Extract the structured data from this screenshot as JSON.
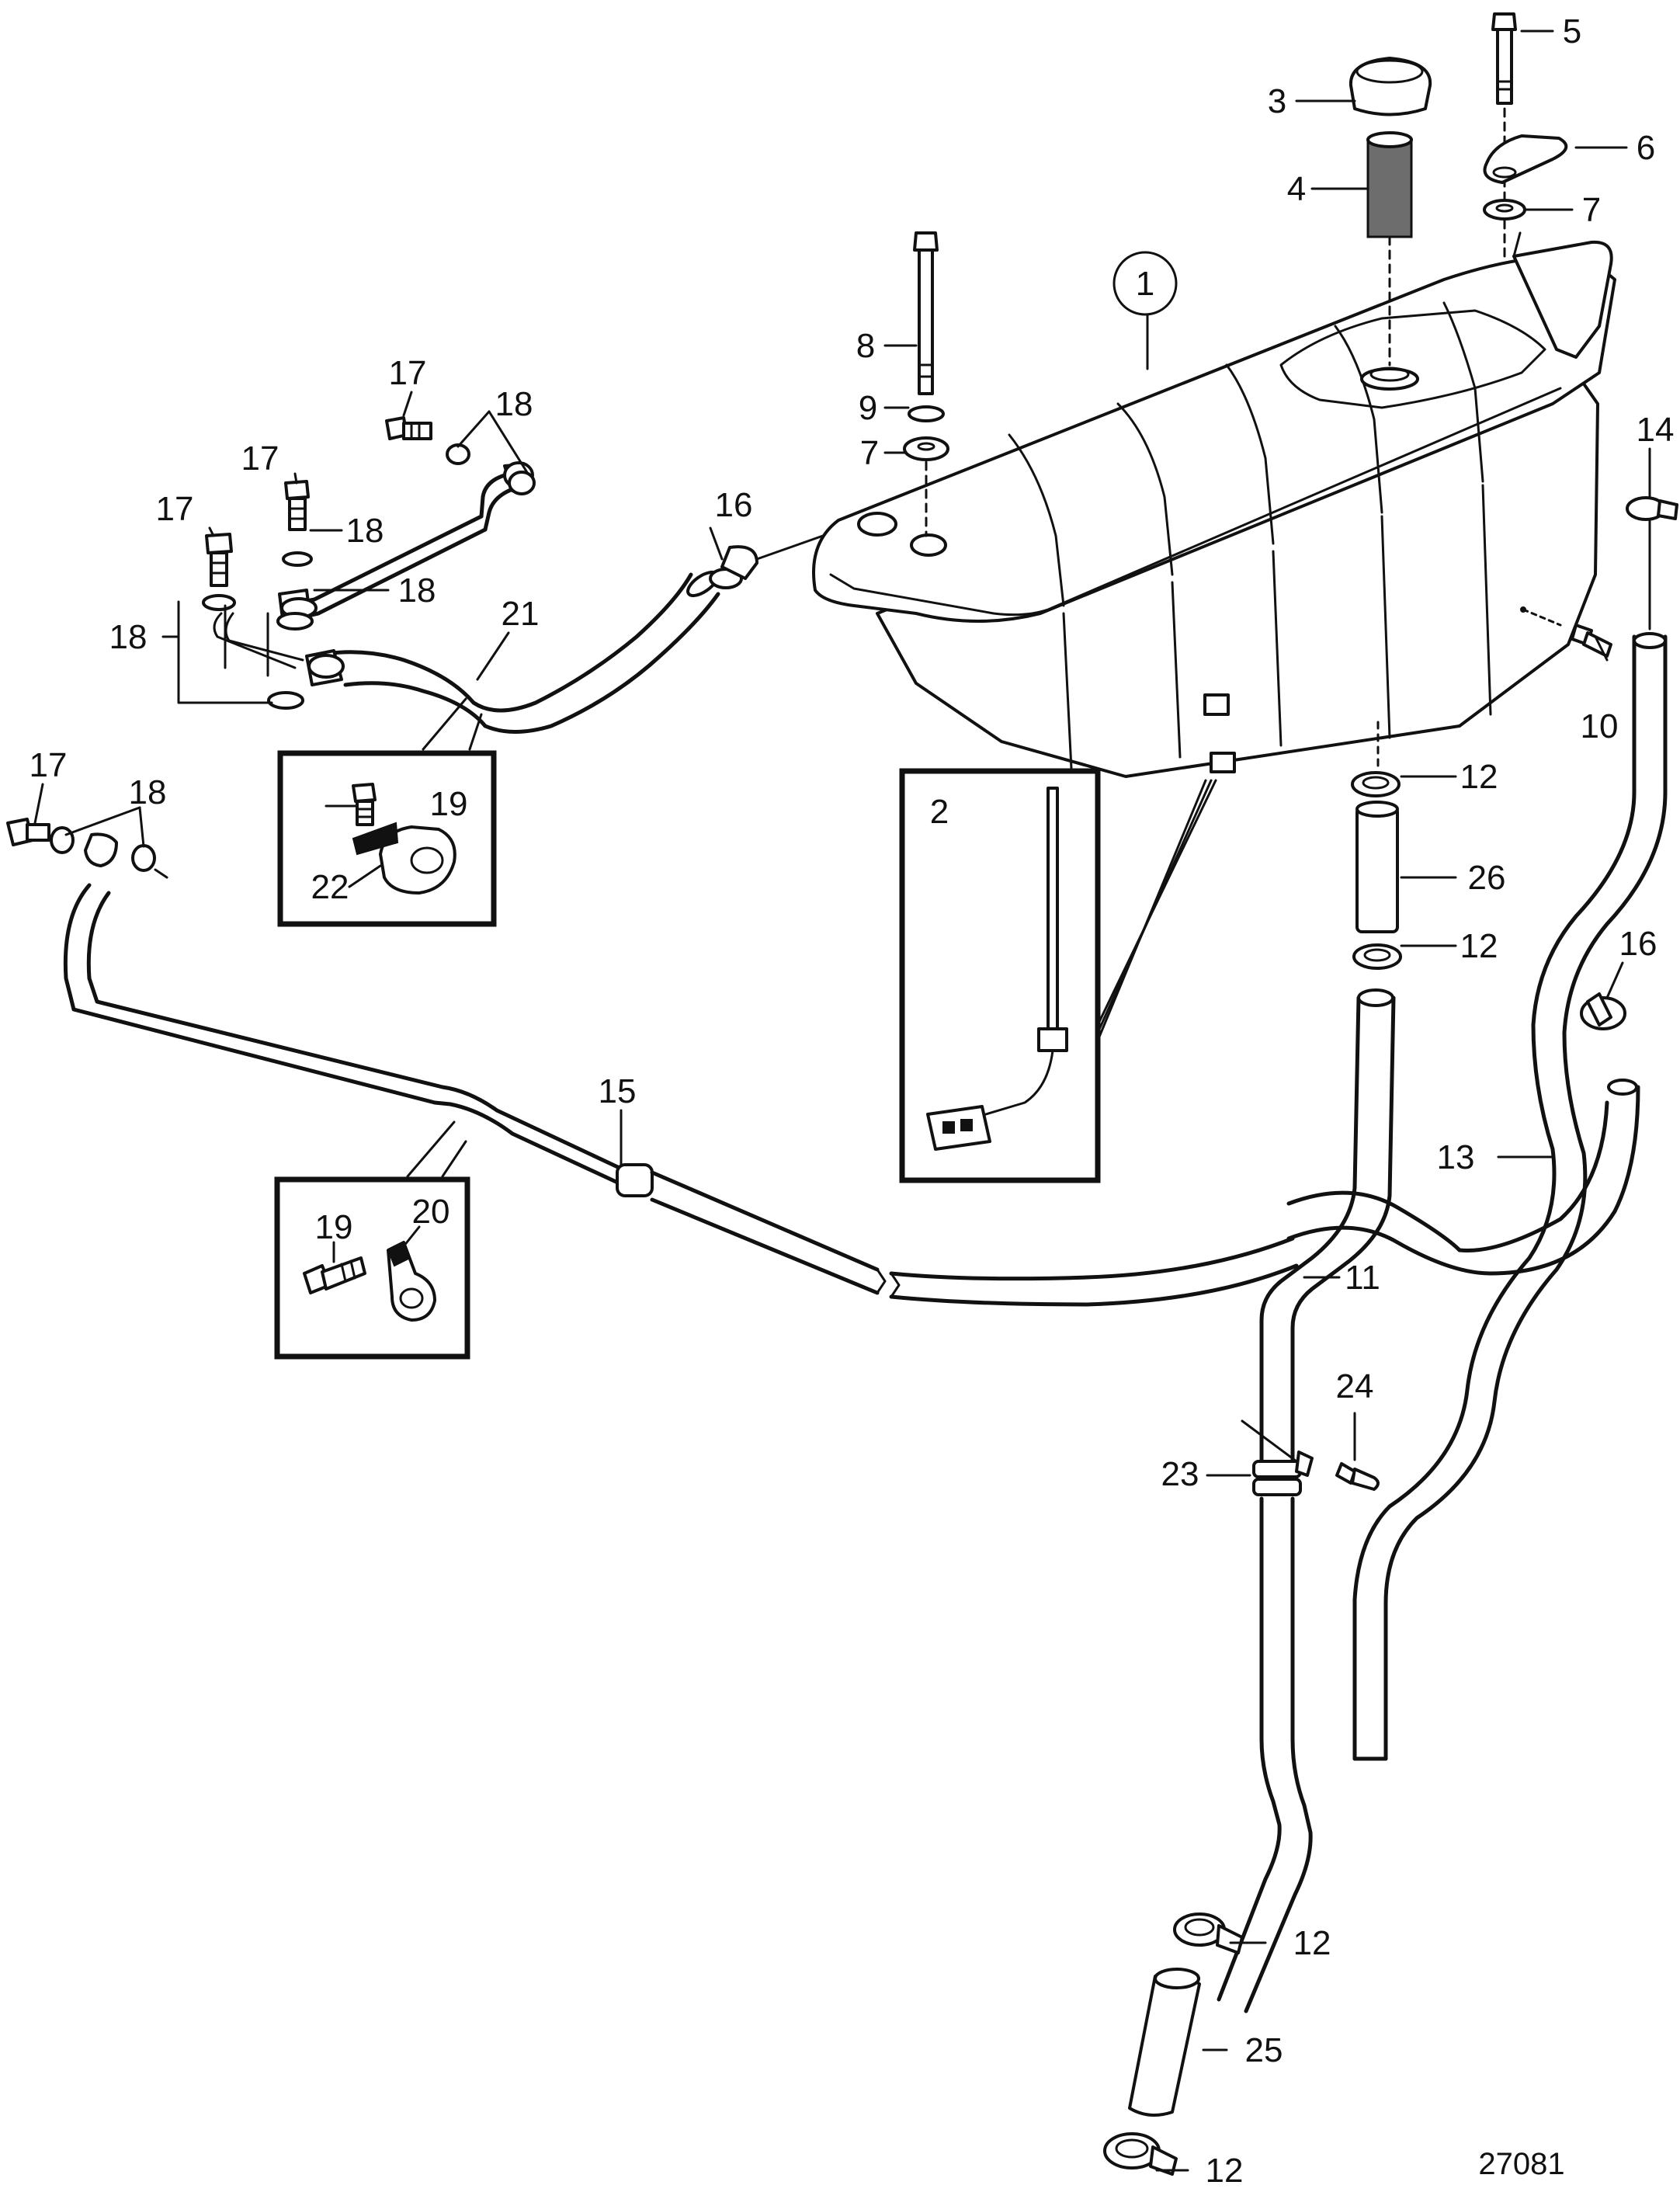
{
  "diagram": {
    "drawing_number": "27081",
    "callouts": [
      {
        "id": "c1",
        "text": "1"
      },
      {
        "id": "c2",
        "text": "2"
      },
      {
        "id": "c3",
        "text": "3"
      },
      {
        "id": "c4",
        "text": "4"
      },
      {
        "id": "c5",
        "text": "5"
      },
      {
        "id": "c6",
        "text": "6"
      },
      {
        "id": "c7a",
        "text": "7"
      },
      {
        "id": "c7b",
        "text": "7"
      },
      {
        "id": "c8",
        "text": "8"
      },
      {
        "id": "c9",
        "text": "9"
      },
      {
        "id": "c10",
        "text": "10"
      },
      {
        "id": "c11",
        "text": "11"
      },
      {
        "id": "c12a",
        "text": "12"
      },
      {
        "id": "c12b",
        "text": "12"
      },
      {
        "id": "c12c",
        "text": "12"
      },
      {
        "id": "c12d",
        "text": "12"
      },
      {
        "id": "c13",
        "text": "13"
      },
      {
        "id": "c14",
        "text": "14"
      },
      {
        "id": "c15",
        "text": "15"
      },
      {
        "id": "c16a",
        "text": "16"
      },
      {
        "id": "c16b",
        "text": "16"
      },
      {
        "id": "c17a",
        "text": "17"
      },
      {
        "id": "c17b",
        "text": "17"
      },
      {
        "id": "c17c",
        "text": "17"
      },
      {
        "id": "c17d",
        "text": "17"
      },
      {
        "id": "c18a",
        "text": "18"
      },
      {
        "id": "c18b",
        "text": "18"
      },
      {
        "id": "c18c",
        "text": "18"
      },
      {
        "id": "c18d",
        "text": "18"
      },
      {
        "id": "c18e",
        "text": "18"
      },
      {
        "id": "c19a",
        "text": "19"
      },
      {
        "id": "c19b",
        "text": "19"
      },
      {
        "id": "c20",
        "text": "20"
      },
      {
        "id": "c21",
        "text": "21"
      },
      {
        "id": "c22",
        "text": "22"
      },
      {
        "id": "c23",
        "text": "23"
      },
      {
        "id": "c24",
        "text": "24"
      },
      {
        "id": "c25",
        "text": "25"
      },
      {
        "id": "c26",
        "text": "26"
      }
    ]
  }
}
